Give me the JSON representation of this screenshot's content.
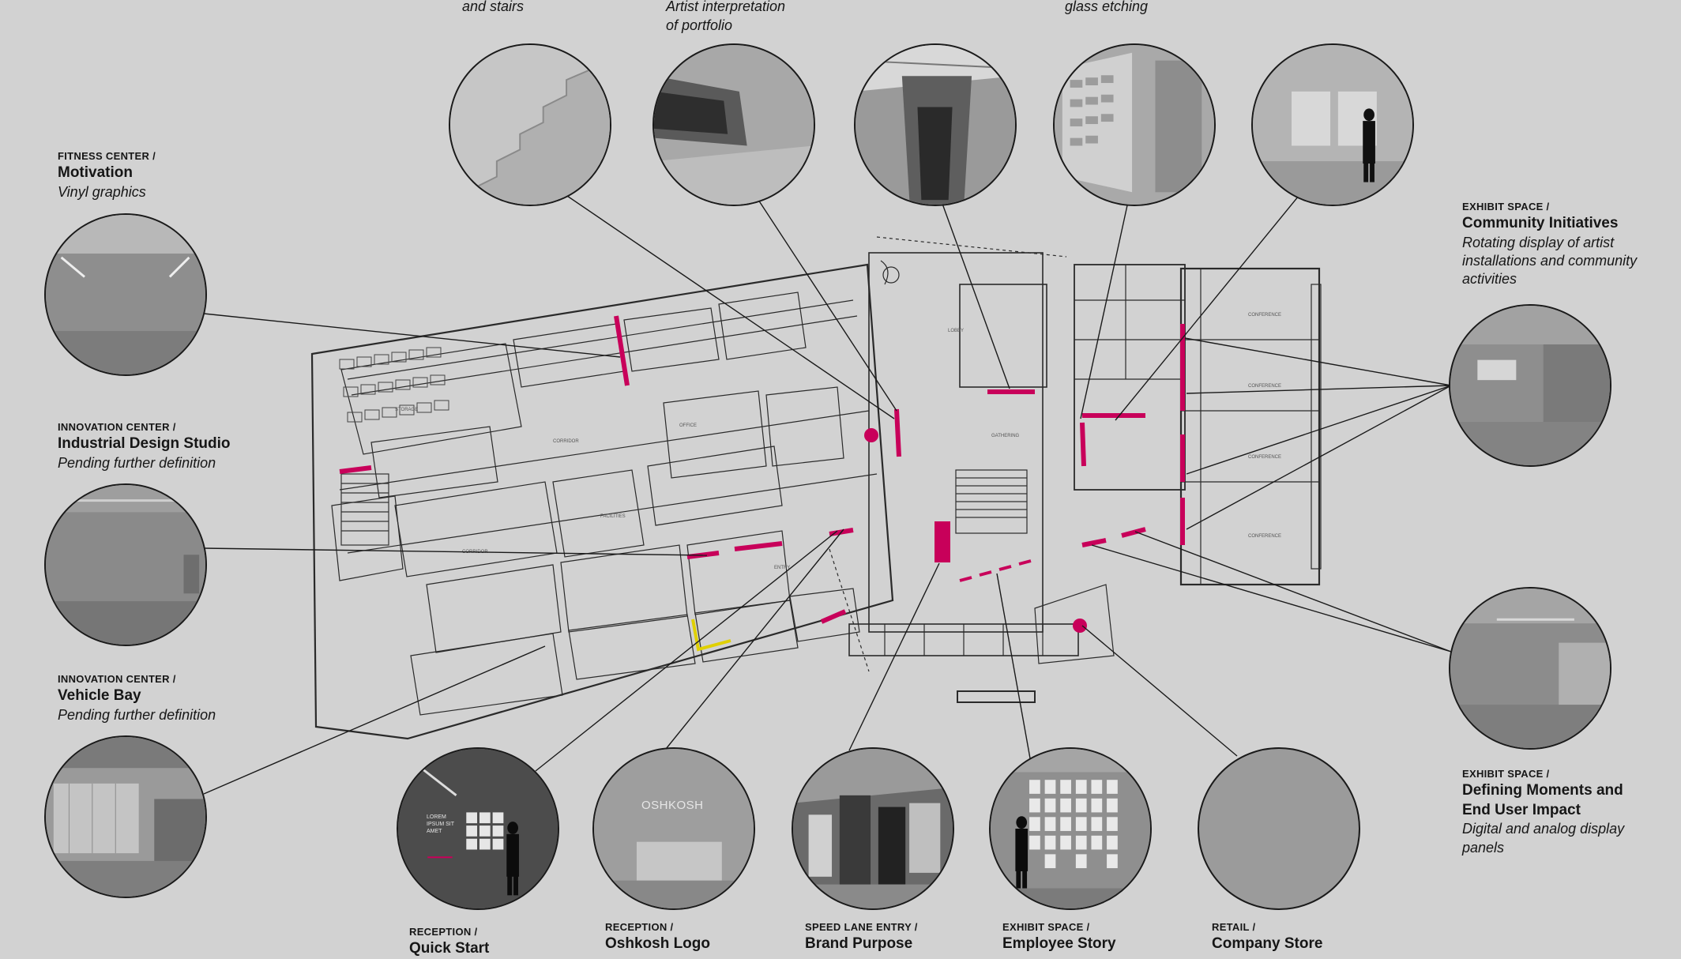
{
  "top_captions": [
    {
      "text": "and stairs"
    },
    {
      "text": "Artist interpretation\nof portfolio"
    },
    {
      "text": "glass etching"
    }
  ],
  "labels": {
    "fitness": {
      "category": "FITNESS CENTER /",
      "title": "Motivation",
      "desc": "Vinyl graphics"
    },
    "design_studio": {
      "category": "INNOVATION CENTER /",
      "title": "Industrial Design Studio",
      "desc": "Pending further definition"
    },
    "vehicle_bay": {
      "category": "INNOVATION CENTER /",
      "title": "Vehicle Bay",
      "desc": "Pending further definition"
    },
    "community": {
      "category": "EXHIBIT SPACE /",
      "title": "Community Initiatives",
      "desc": "Rotating display of artist installations and community activities"
    },
    "defining": {
      "category": "EXHIBIT SPACE /",
      "title": "Defining Moments and End User Impact",
      "desc": "Digital and analog display panels"
    },
    "reception_1": {
      "category": "RECEPTION /",
      "title": "Quick Start"
    },
    "reception_2": {
      "category": "RECEPTION /",
      "title": "Oshkosh Logo"
    },
    "speed_lane": {
      "category": "SPEED LANE ENTRY /",
      "title": "Brand Purpose"
    },
    "employee": {
      "category": "EXHIBIT SPACE /",
      "title": "Employee Story"
    },
    "retail": {
      "category": "RETAIL /",
      "title": "Company Store"
    }
  },
  "photo_text": {
    "lorem": "LOREM\nIPSUM SIT\nAMET",
    "oshkosh": "OSHKOSH"
  },
  "colors": {
    "background": "#d2d2d2",
    "accent_magenta": "#c8005a",
    "accent_yellow": "#e0d000",
    "linework": "#1a1a1a"
  }
}
